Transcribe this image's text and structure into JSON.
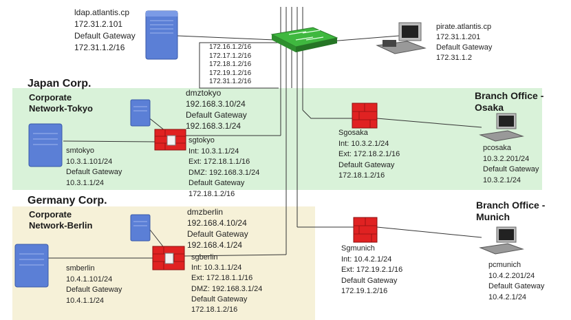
{
  "colors": {
    "japan_zone": "#d9f2d9",
    "germany_zone": "#f6f1d8",
    "osaka_zone": "#d9f2d9",
    "firewall": "#e02222",
    "switch": "#3fb83f",
    "server": "#5b7fd6"
  },
  "ldap": [
    "ldap.atlantis.cp",
    "172.31.2.101",
    "Default Gateway",
    "172.31.1.2/16"
  ],
  "pirate": [
    "pirate.atlantis.cp",
    "172.31.1.201",
    "Default Gateway",
    "172.31.1.2"
  ],
  "switch_ips": [
    "172.16.1.2/16",
    "172.17.1.2/16",
    "172.18.1.2/16",
    "172.19.1.2/16",
    "172.31.1.2/16"
  ],
  "japan": {
    "title": "Japan Corp.",
    "subtitle": [
      "Corporate",
      "Network-Tokyo"
    ],
    "dmz": [
      "dmztokyo",
      "192.168.3.10/24",
      "Default Gateway",
      "192.168.3.1/24"
    ],
    "sg": [
      "sgtokyo",
      "Int: 10.3.1.1/24",
      "Ext: 172.18.1.1/16",
      "DMZ: 192.168.3.1/24",
      "Default Gateway",
      "172.18.1.2/16"
    ],
    "sm": [
      "smtokyo",
      "10.3.1.101/24",
      "Default Gateway",
      "10.3.1.1/24"
    ]
  },
  "germany": {
    "title": "Germany Corp.",
    "subtitle": [
      "Corporate",
      "Network-Berlin"
    ],
    "dmz": [
      "dmzberlin",
      "192.168.4.10/24",
      "Default Gateway",
      "192.168.4.1/24"
    ],
    "sg": [
      "sgberlin",
      "Int: 10.3.1.1/24",
      "Ext: 172.18.1.1/16",
      "DMZ: 192.168.3.1/24",
      "Default Gateway",
      "172.18.1.2/16"
    ],
    "sm": [
      "smberlin",
      "10.4.1.101/24",
      "Default Gateway",
      "10.4.1.1/24"
    ]
  },
  "osaka": {
    "title": [
      "Branch Office -",
      "Osaka"
    ],
    "sg": [
      "Sgosaka",
      "Int: 10.3.2.1/24",
      "Ext: 172.18.2.1/16",
      "Default Gateway",
      "172.18.1.2/16"
    ],
    "pc": [
      "pcosaka",
      "10.3.2.201/24",
      "Default Gateway",
      "10.3.2.1/24"
    ]
  },
  "munich": {
    "title": [
      "Branch Office -",
      "Munich"
    ],
    "sg": [
      "Sgmunich",
      "Int: 10.4.2.1/24",
      "Ext: 172.19.2.1/16",
      "Default Gateway",
      "172.19.1.2/16"
    ],
    "pc": [
      "pcmunich",
      "10.4.2.201/24",
      "Default Gateway",
      "10.4.2.1/24"
    ]
  }
}
